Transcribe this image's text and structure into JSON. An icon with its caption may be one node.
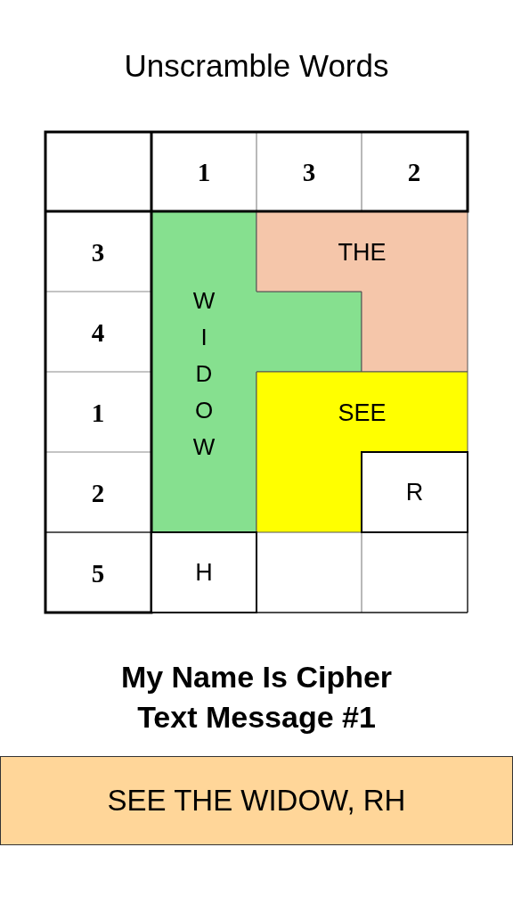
{
  "diagram": {
    "title": "Unscramble Words",
    "caption": "My Name Is Cipher Text Message #1",
    "nodes": [
      {
        "text": [
          "W I D O W"
        ]
      },
      {
        "text": [
          "THE"
        ]
      },
      {
        "text": [
          "SEE"
        ]
      },
      {
        "text": [
          "R"
        ]
      },
      {
        "text": [
          "H"
        ]
      },
      {
        "text": [
          "SEE THE WIDOW, RH"
        ]
      }
    ],
    "labels": [
      "1",
      "3",
      "2",
      "3",
      "4",
      "1",
      "2",
      "5"
    ]
  }
}
